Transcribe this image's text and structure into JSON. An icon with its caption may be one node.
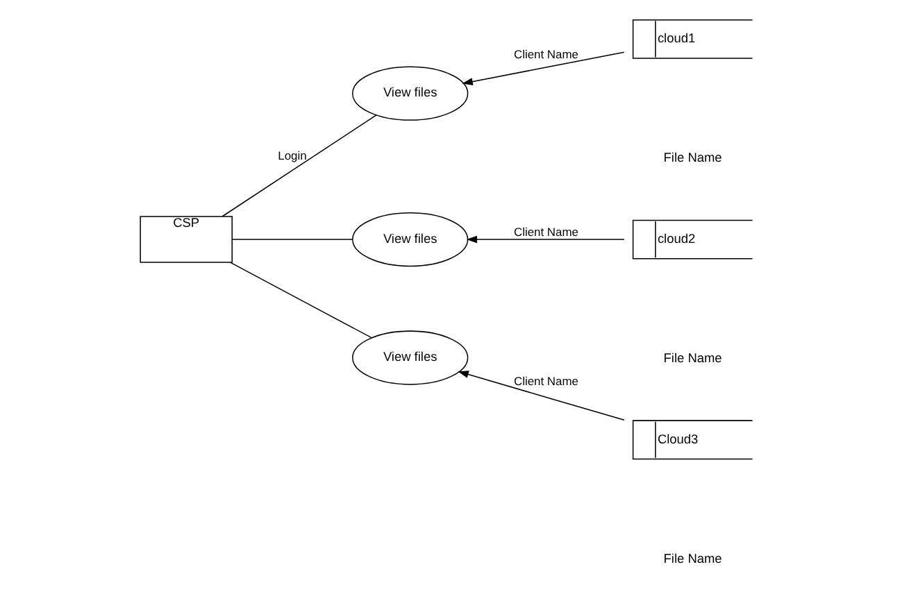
{
  "diagram": {
    "nodes": [
      {
        "text": [
          "CSP"
        ]
      },
      {
        "text": [
          "View files"
        ]
      },
      {
        "text": [
          "cloud1"
        ]
      },
      {
        "text": [
          "View files"
        ]
      },
      {
        "text": [
          "cloud2"
        ]
      },
      {
        "text": [
          "View files"
        ]
      },
      {
        "text": [
          "Cloud3"
        ]
      }
    ],
    "edges": [
      {
        "from": 0,
        "to": 1,
        "arrow": "none",
        "label": "Login"
      },
      {
        "from": 0,
        "to": 3,
        "arrow": "none"
      },
      {
        "from": 0,
        "to": 5,
        "arrow": "none"
      },
      {
        "from": 2,
        "to": 1,
        "arrow": "to",
        "label": "Client Name"
      },
      {
        "from": 4,
        "to": 3,
        "arrow": "to",
        "label": "Client Name"
      },
      {
        "from": 6,
        "to": 5,
        "arrow": "to",
        "label": "Client Name"
      }
    ],
    "labels": [
      "File Name",
      "File Name",
      "File Name"
    ]
  }
}
